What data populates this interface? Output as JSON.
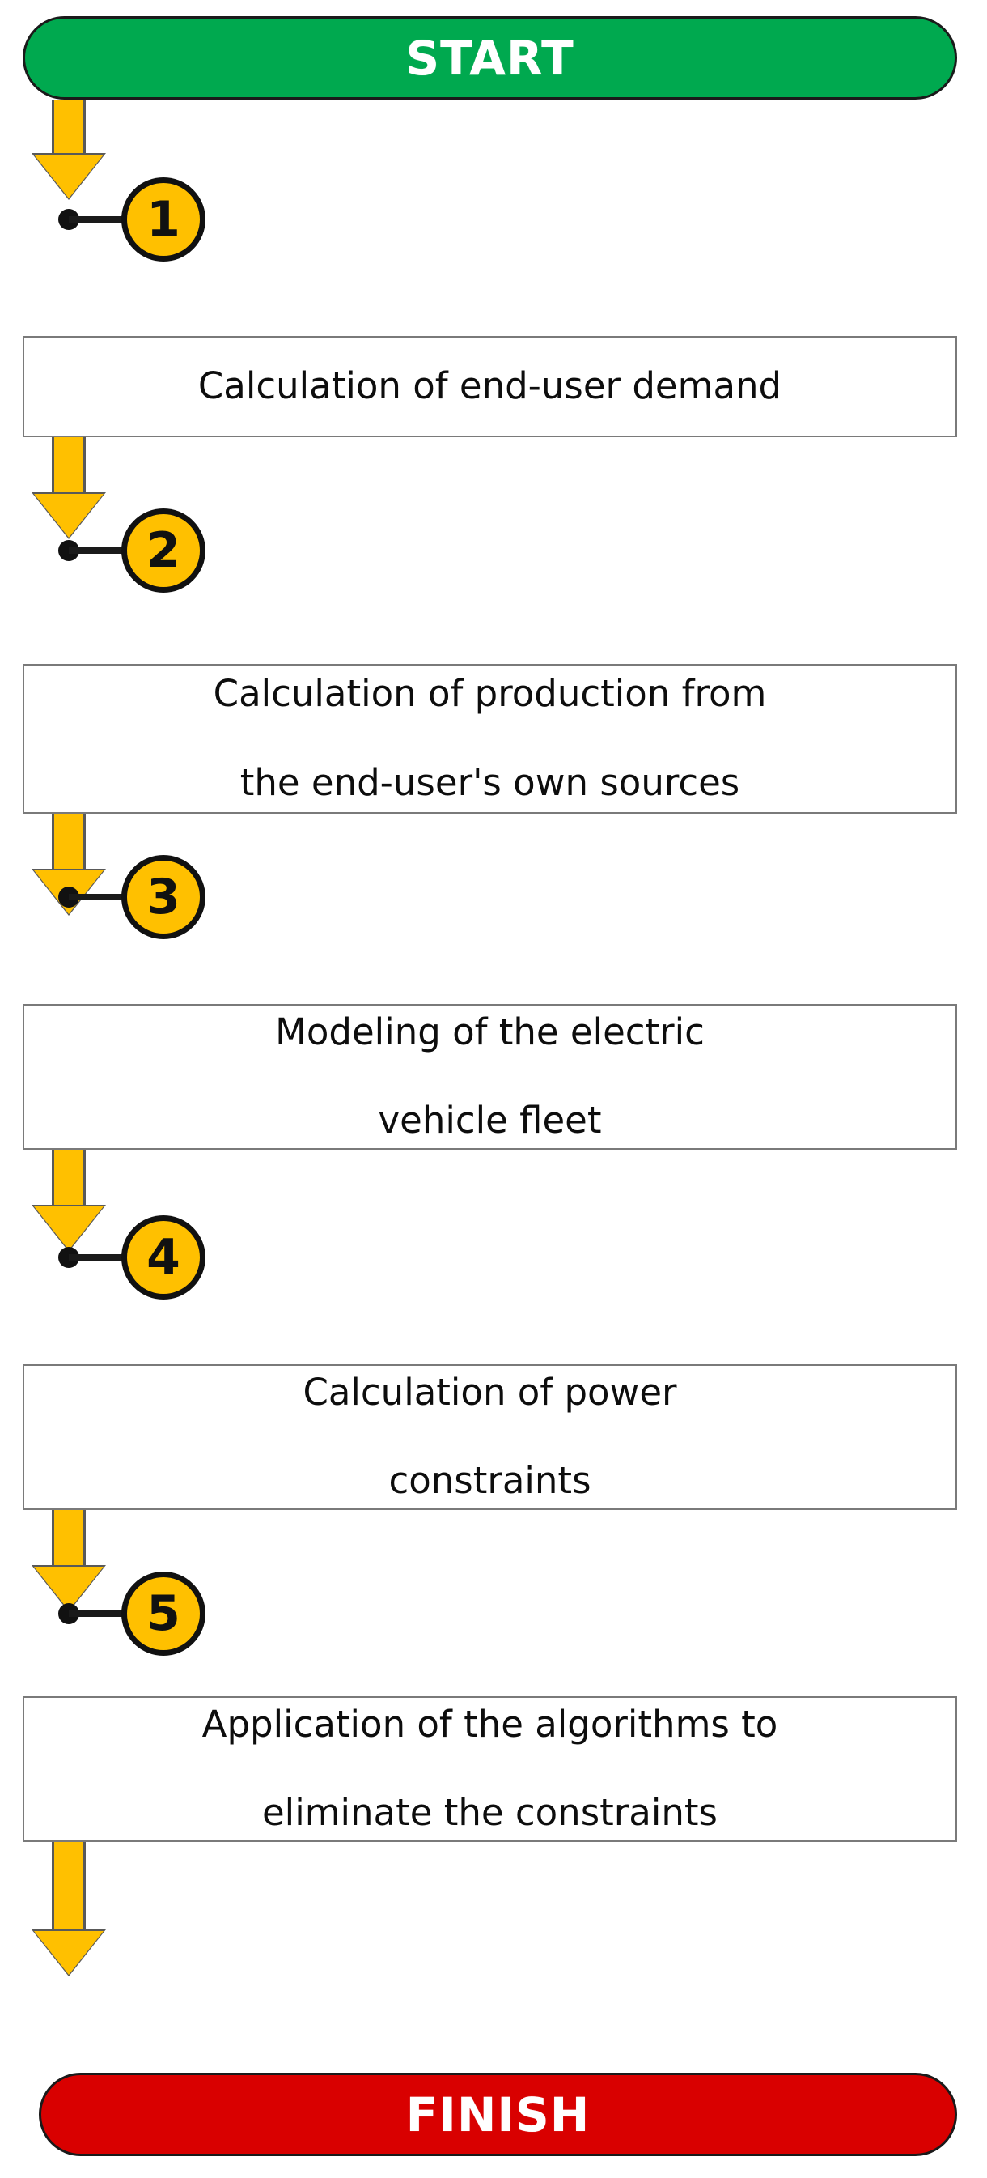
{
  "diagram": {
    "title": "Flowchart of the calculation methodology",
    "type": "flowchart",
    "orientation": "vertical-top-to-bottom",
    "colors": {
      "start_fill": "#00A94F",
      "finish_fill": "#D90000",
      "arrow_fill": "#FFC000",
      "arrow_outline": "#595959",
      "circle_fill": "#FFC000",
      "circle_border": "#111111",
      "box_fill": "#FFFFFF",
      "box_border": "#7A7A7A",
      "text": "#0D0D0D",
      "terminator_text": "#FFFFFF"
    },
    "start": {
      "label": "START"
    },
    "finish": {
      "label": "FINISH"
    },
    "steps": [
      {
        "number": "1",
        "lines": [
          "Calculation of end-user demand"
        ],
        "text": "Calculation of end-user demand"
      },
      {
        "number": "2",
        "lines": [
          "Calculation of production from",
          "the end-user's own sources"
        ],
        "text": "Calculation of production from the end-user's own sources"
      },
      {
        "number": "3",
        "lines": [
          "Modeling of the electric",
          "vehicle fleet"
        ],
        "text": "Modeling of the electric vehicle fleet"
      },
      {
        "number": "4",
        "lines": [
          "Calculation of power",
          "constraints"
        ],
        "text": "Calculation of power constraints"
      },
      {
        "number": "5",
        "lines": [
          "Application of the  algorithms to",
          "eliminate the constraints"
        ],
        "text": "Application of the  algorithms to eliminate the constraints"
      }
    ]
  }
}
